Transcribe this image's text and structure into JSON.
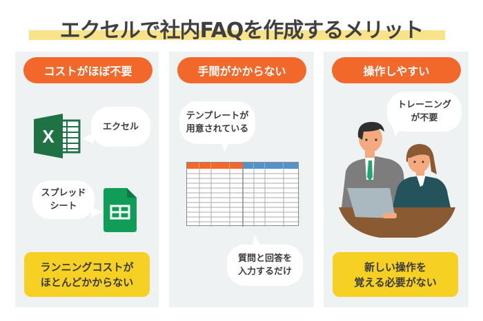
{
  "title": "エクセルで社内FAQを作成するメリット",
  "colors": {
    "accent_orange": "#f2682a",
    "accent_yellow": "#f6d124",
    "title_highlight": "#f8e38a",
    "panel_bg": "#eff2f3",
    "excel_green": "#1f7244",
    "sheets_green": "#0f9d58",
    "table_blue": "#5592c8"
  },
  "panels": [
    {
      "heading": "コストがほぼ不要",
      "bubbles": [
        {
          "text": "エクセル",
          "icon": "excel-icon"
        },
        {
          "line1": "スプレッド",
          "line2": "シート",
          "icon": "google-sheets-icon"
        }
      ],
      "footer": {
        "line1": "ランニングコストが",
        "line2": "ほとんどかからない"
      }
    },
    {
      "heading": "手間がかからない",
      "bubbles": [
        {
          "line1": "テンプレートが",
          "line2": "用意されている"
        },
        {
          "line1": "質問と回答を",
          "line2": "入力するだけ"
        }
      ],
      "illustration": "spreadsheet-template-icon"
    },
    {
      "heading": "操作しやすい",
      "bubbles": [
        {
          "line1": "トレーニング",
          "line2": "が不要"
        }
      ],
      "illustration": "two-people-with-laptop",
      "footer": {
        "line1": "新しい操作を",
        "line2": "覚える必要がない"
      }
    }
  ]
}
